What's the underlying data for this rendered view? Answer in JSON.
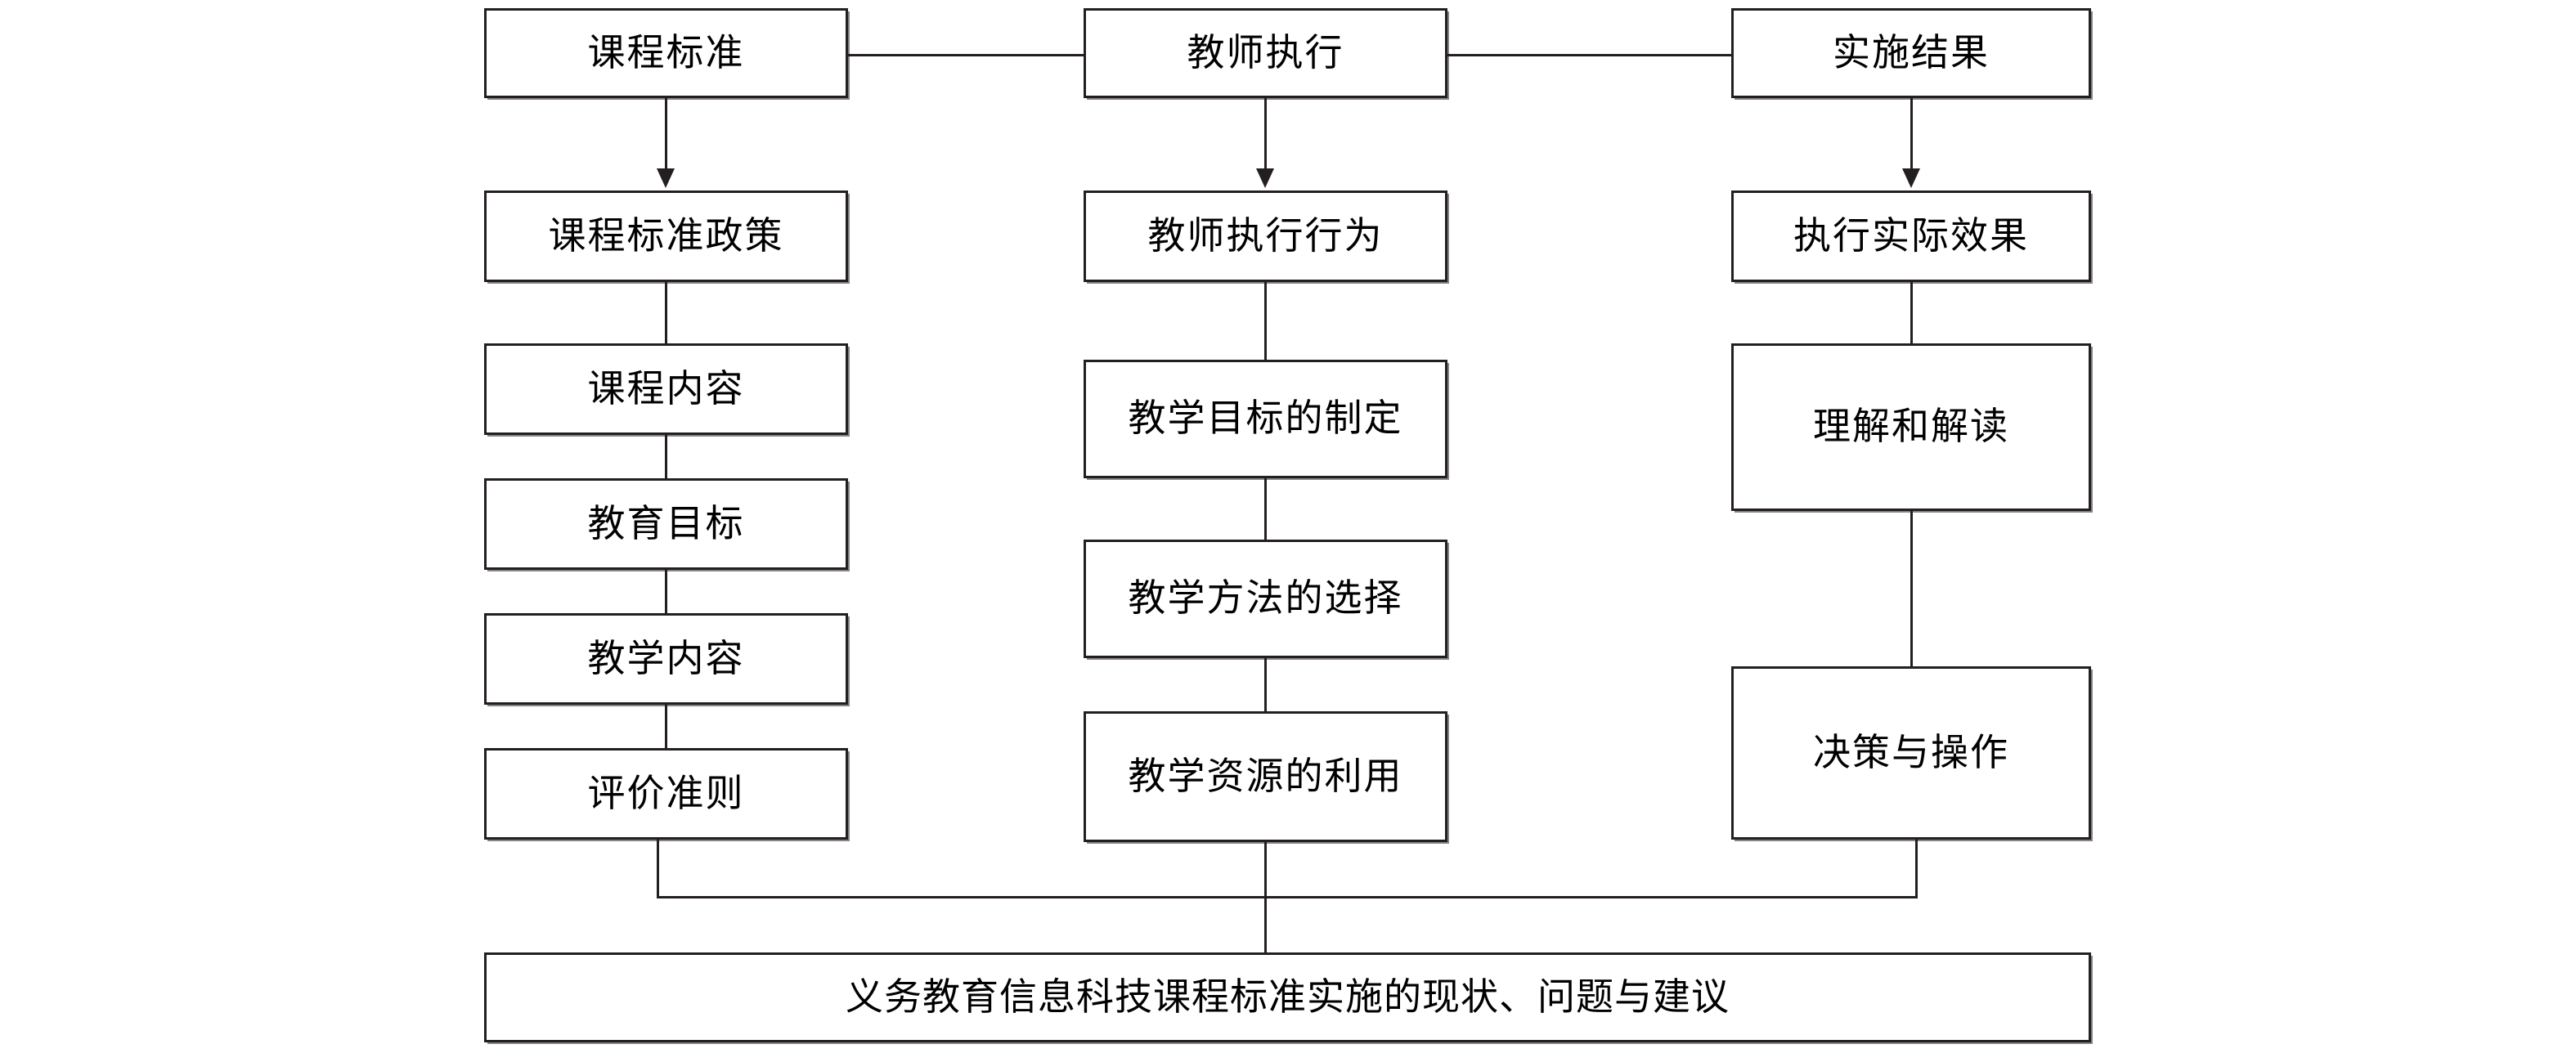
{
  "diagram": {
    "title_box": {
      "label": "义务教育信息科技课程标准实施的现状、问题与建议"
    },
    "colors": {
      "stroke": "#231f20",
      "fill": "#ffffff",
      "text": "#000000"
    },
    "columns": [
      {
        "key": "curriculum-standard",
        "header": "课程标准",
        "nodes": [
          {
            "key": "curriculum-standard-policy",
            "label": "课程标准政策"
          },
          {
            "key": "curriculum-content",
            "label": "课程内容"
          },
          {
            "key": "education-goal",
            "label": "教育目标"
          },
          {
            "key": "teaching-content",
            "label": "教学内容"
          },
          {
            "key": "evaluation-criteria",
            "label": "评价准则"
          }
        ]
      },
      {
        "key": "teacher-implementation",
        "header": "教师执行",
        "nodes": [
          {
            "key": "teacher-implementation-behavior",
            "label": "教师执行行为"
          },
          {
            "key": "teaching-goal-setting",
            "label": "教学目标的制定"
          },
          {
            "key": "teaching-method-selection",
            "label": "教学方法的选择"
          },
          {
            "key": "teaching-resource-utilization",
            "label": "教学资源的利用"
          }
        ]
      },
      {
        "key": "implementation-result",
        "header": "实施结果",
        "nodes": [
          {
            "key": "actual-implementation-effect",
            "label": "执行实际效果"
          },
          {
            "key": "understanding-interpretation",
            "label": "理解和解读"
          },
          {
            "key": "decision-and-operation",
            "label": "决策与操作"
          }
        ]
      }
    ]
  }
}
